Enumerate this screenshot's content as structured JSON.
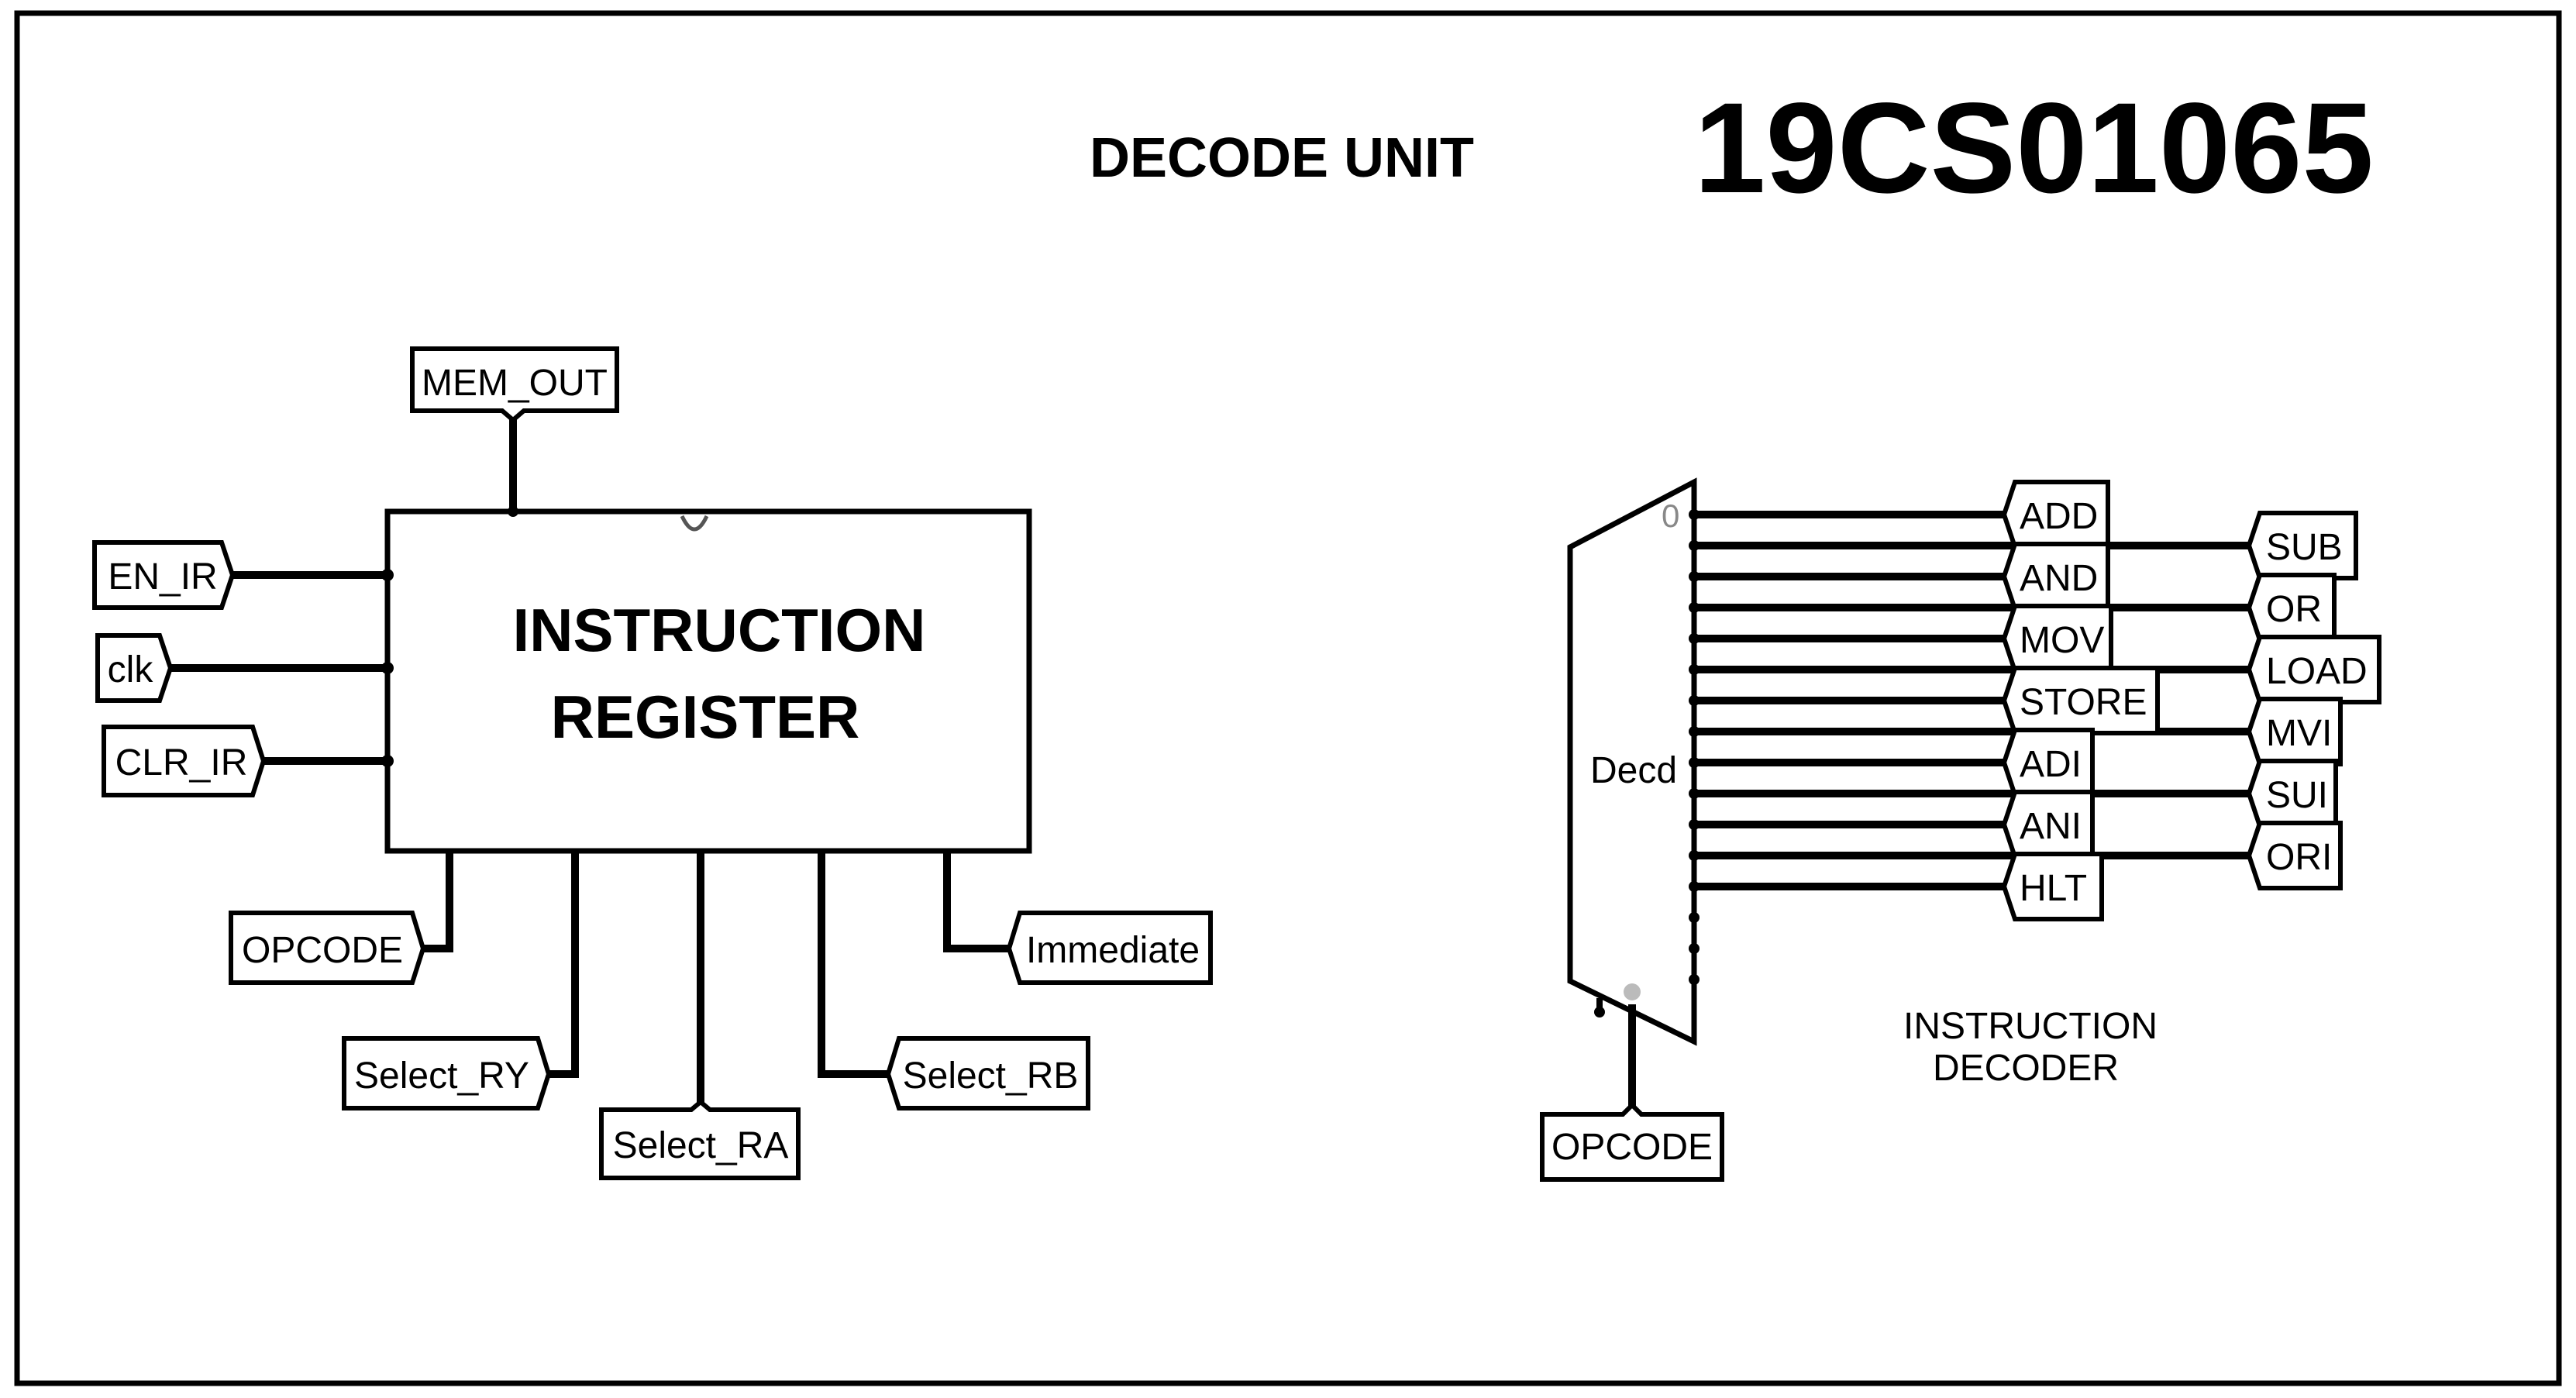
{
  "header": {
    "title": "DECODE UNIT",
    "student_id": "19CS01065"
  },
  "instruction_register": {
    "line1": "INSTRUCTION",
    "line2": "REGISTER",
    "input_top": "MEM_OUT",
    "inputs_left": [
      "EN_IR",
      "clk",
      "CLR_IR"
    ],
    "outputs": [
      "OPCODE",
      "Select_RY",
      "Select_RA",
      "Select_RB",
      "Immediate"
    ]
  },
  "decoder": {
    "label": "Decd",
    "first_index": "0",
    "input": "OPCODE",
    "caption_line1": "INSTRUCTION",
    "caption_line2": "DECODER",
    "outputs_near": [
      "ADD",
      "AND",
      "MOV",
      "STORE",
      "ADI",
      "ANI",
      "HLT"
    ],
    "outputs_far": [
      "SUB",
      "OR",
      "LOAD",
      "MVI",
      "SUI",
      "ORI"
    ]
  }
}
